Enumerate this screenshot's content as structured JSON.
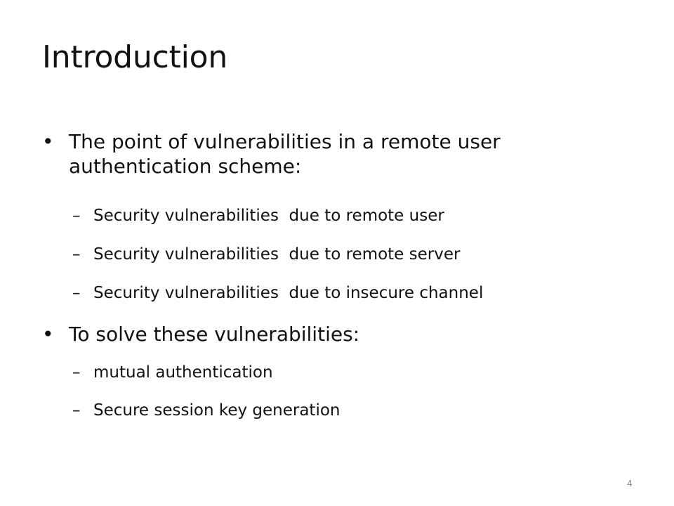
{
  "slide": {
    "title": "Introduction",
    "bullets": [
      {
        "bullet_glyph": "•",
        "text": "The point of vulnerabilities in a remote user authentication scheme:",
        "subitems": [
          "Security vulnerabilities  due to remote user",
          "Security vulnerabilities  due to remote server",
          "Security vulnerabilities  due to insecure channel"
        ]
      },
      {
        "bullet_glyph": "•",
        "text": "To solve these vulnerabilities:",
        "subitems": [
          "mutual authentication",
          "Secure session key generation"
        ]
      }
    ],
    "sub_bullet_glyph": "–",
    "page_number": "4"
  }
}
